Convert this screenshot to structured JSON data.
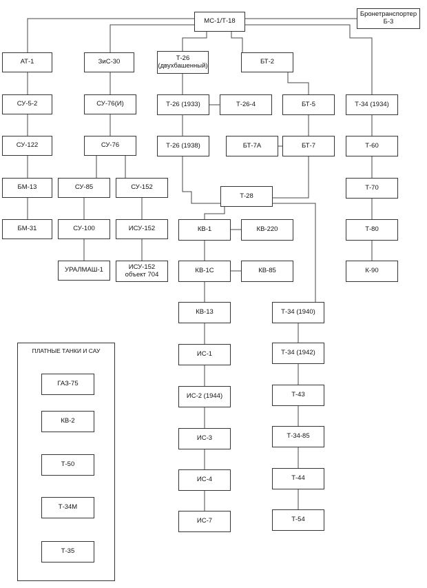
{
  "diagram": {
    "nodes": {
      "ms1": "МС-1/Т-18",
      "b3": "Бронетранспортер\nБ-3",
      "at1": "АТ-1",
      "zis30": "ЗиС-30",
      "t26_twin": "Т-26\n(двухбашенный)",
      "bt2": "БТ-2",
      "su52": "СУ-5-2",
      "su76i": "СУ-76(И)",
      "t26_1933": "Т-26 (1933)",
      "t264": "Т-26-4",
      "bt5": "БТ-5",
      "t34_1934": "Т-34 (1934)",
      "su122": "СУ-122",
      "su76": "СУ-76",
      "t26_1938": "Т-26 (1938)",
      "bt7a": "БТ-7А",
      "bt7": "БТ-7",
      "t60": "Т-60",
      "bm13": "БМ-13",
      "su85": "СУ-85",
      "su152": "СУ-152",
      "t28": "Т-28",
      "t70": "Т-70",
      "bm31": "БМ-31",
      "su100": "СУ-100",
      "isu152": "ИСУ-152",
      "kv1": "КВ-1",
      "kv220": "КВ-220",
      "t80": "Т-80",
      "uralmash": "УРАЛМАШ-1",
      "isu152_704": "ИСУ-152\nобъект 704",
      "kv1s": "КВ-1С",
      "kv85": "КВ-85",
      "k90": "К-90",
      "kv13": "КВ-13",
      "t34_1940": "Т-34 (1940)",
      "is1": "ИС-1",
      "t34_1942": "Т-34 (1942)",
      "is2": "ИС-2 (1944)",
      "t43": "Т-43",
      "is3": "ИС-3",
      "t3485": "Т-34-85",
      "is4": "ИС-4",
      "t44": "Т-44",
      "is7": "ИС-7",
      "t54": "Т-54"
    },
    "premium": {
      "title": "ПЛАТНЫЕ ТАНКИ И САУ",
      "items": {
        "gaz75": "ГАЗ-75",
        "kv2": "КВ-2",
        "t50": "Т-50",
        "t34m": "Т-34М",
        "t35": "Т-35"
      }
    }
  }
}
